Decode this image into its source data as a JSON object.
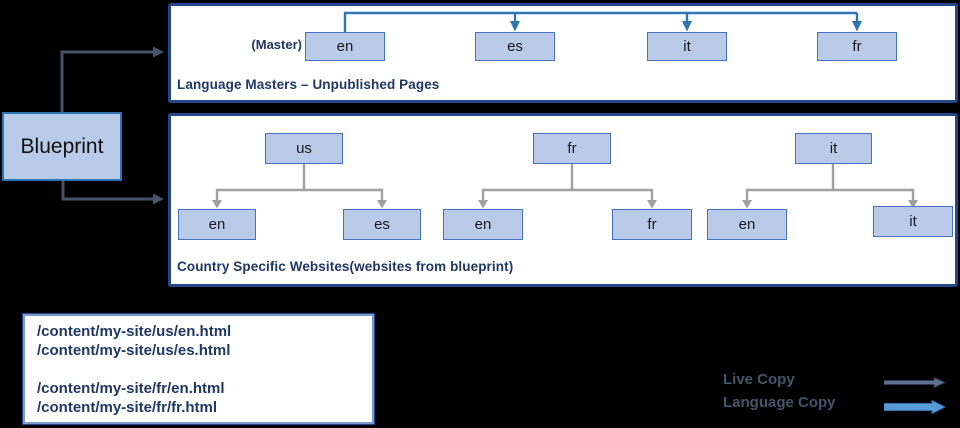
{
  "colors": {
    "background": "#000000",
    "panel_border": "#24478b",
    "box_fill": "#b9cbe9",
    "box_border": "#4472c4",
    "box_border2": "#2e75b6",
    "title_text": "#1f3864",
    "paths_inner_border": "#7c99d0",
    "master_connector": "#2e75b6",
    "tree_connector": "#a0a0a0",
    "blueprint_connector": "#44546a",
    "legend_text": "#44546a",
    "live_arrow": "#5f7390",
    "live_arrow_edge": "#2f3e55",
    "language_arrow": "#5b9bd5",
    "language_arrow_edge": "#2e75b6"
  },
  "blueprint": {
    "label": "Blueprint"
  },
  "language_masters": {
    "title": "Language Masters – Unpublished Pages",
    "master_label": "(Master)",
    "languages": [
      "en",
      "es",
      "it",
      "fr"
    ]
  },
  "country_sites": {
    "title": "Country Specific Websites(websites from blueprint)",
    "trees": [
      {
        "parent": "us",
        "children": [
          "en",
          "es"
        ]
      },
      {
        "parent": "fr",
        "children": [
          "en",
          "fr"
        ]
      },
      {
        "parent": "it",
        "children": [
          "en",
          "it"
        ]
      }
    ]
  },
  "paths_box": {
    "lines": [
      "/content/my-site/us/en.html",
      "/content/my-site/us/es.html",
      "",
      "/content/my-site/fr/en.html",
      "/content/my-site/fr/fr.html"
    ]
  },
  "legend": {
    "items": [
      {
        "label": "Live Copy"
      },
      {
        "label": "Language Copy"
      }
    ]
  }
}
